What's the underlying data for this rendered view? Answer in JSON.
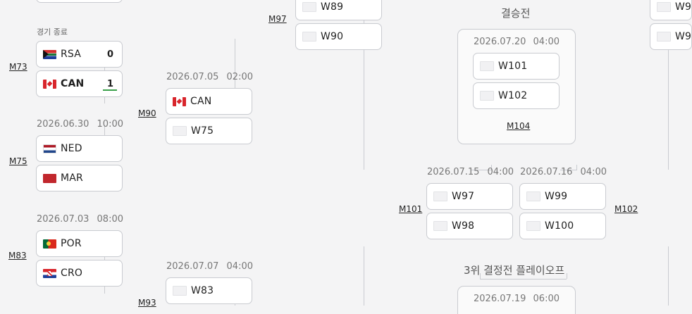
{
  "left_column": {
    "status_finished": "경기 종료",
    "m73": {
      "label": "M73",
      "team1": "RSA",
      "score1": "0",
      "team2": "CAN",
      "score2": "1"
    },
    "m75": {
      "date": "2026.06.30",
      "time": "10:00",
      "label": "M75",
      "team1": "NED",
      "team2": "MAR"
    },
    "m83": {
      "date": "2026.07.03",
      "time": "08:00",
      "label": "M83",
      "team1": "POR",
      "team2": "CRO"
    }
  },
  "round16": {
    "m90": {
      "date": "2026.07.05",
      "time": "02:00",
      "label": "M90",
      "team1": "CAN",
      "team2": "W75"
    },
    "m93": {
      "date": "2026.07.07",
      "time": "04:00",
      "label": "M93",
      "team1": "W83"
    }
  },
  "quarter": {
    "m97": {
      "label": "M97",
      "team1": "W89",
      "team2": "W90"
    }
  },
  "final": {
    "heading": "결승전",
    "date": "2026.07.20",
    "time": "04:00",
    "team1": "W101",
    "team2": "W102",
    "label": "M104"
  },
  "semis": {
    "m101": {
      "date": "2026.07.15",
      "time": "04:00",
      "label": "M101",
      "team1": "W97",
      "team2": "W98"
    },
    "m102": {
      "date": "2026.07.16",
      "time": "04:00",
      "label": "M102",
      "team1": "W99",
      "team2": "W100"
    }
  },
  "third_place": {
    "heading": "3위 결정전 플레이오프",
    "date": "2026.07.19",
    "time": "06:00"
  },
  "right_partial": {
    "team1": "W9",
    "team2": "W9"
  },
  "colors": {
    "card_border": "#c9cbd0",
    "background": "#f4f4f5",
    "winner_accent": "#3aa04a"
  }
}
